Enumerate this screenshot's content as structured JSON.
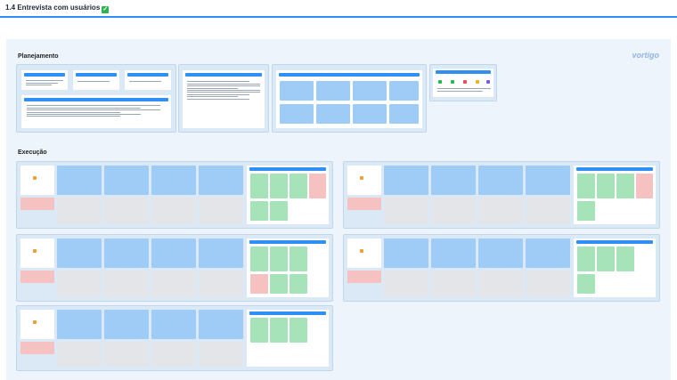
{
  "page": {
    "title": "1.4 Entrevista com usuários",
    "logo": "vortigo",
    "sections": {
      "planning": "Planejamento",
      "execution": "Execução"
    }
  },
  "colors": {
    "accent": "#2f8ff5",
    "board": "#eef4fb",
    "note_blue": "#9fccf7",
    "note_green": "#a6e3b8",
    "note_red": "#f5c1c1",
    "note_gray": "#e3e5e9"
  },
  "icons": [
    "check-icon"
  ]
}
